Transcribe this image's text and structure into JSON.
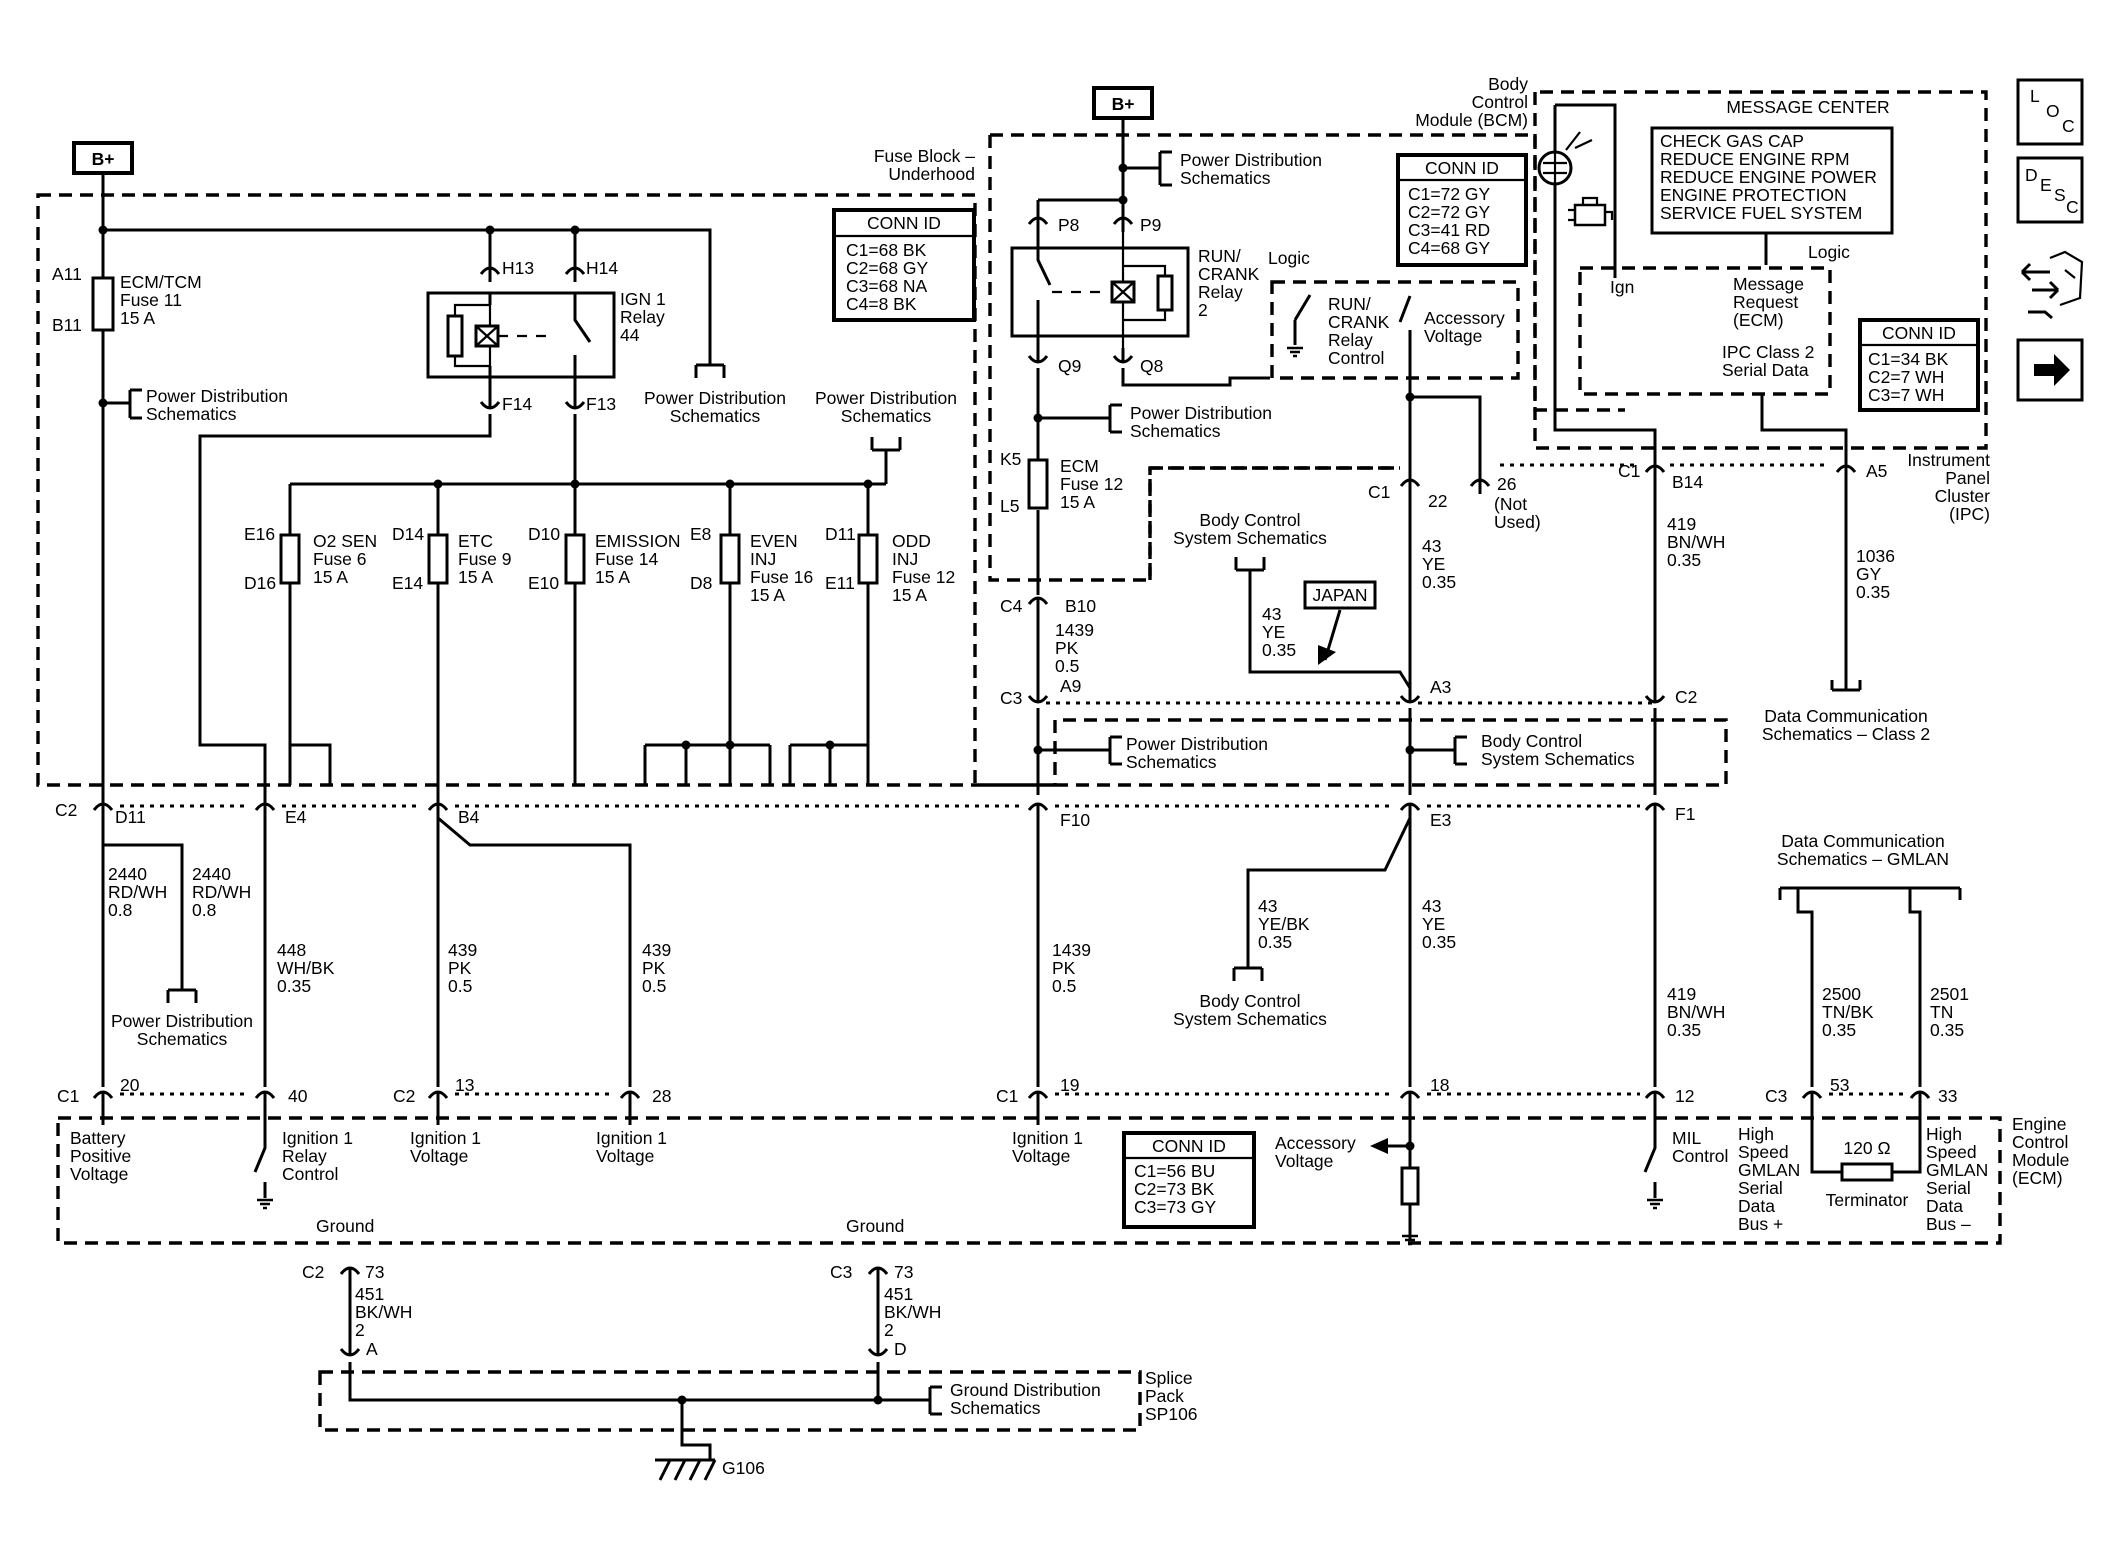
{
  "battery": {
    "left": "B+",
    "right": "B+"
  },
  "modules": {
    "fuse_block": [
      "Fuse Block –",
      "Underhood"
    ],
    "bcm": [
      "Body",
      "Control",
      "Module (BCM)"
    ],
    "ipc": [
      "Instrument",
      "Panel",
      "Cluster",
      "(IPC)"
    ],
    "ecm": [
      "Engine",
      "Control",
      "Module",
      "(ECM)"
    ],
    "splice": [
      "Splice",
      "Pack",
      "SP106"
    ]
  },
  "conn_ids": {
    "fuse_block": {
      "title": "CONN ID",
      "lines": [
        "C1=68 BK",
        "C2=68 GY",
        "C3=68 NA",
        "C4=8 BK"
      ]
    },
    "bcm": {
      "title": "CONN ID",
      "lines": [
        "C1=72 GY",
        "C2=72 GY",
        "C3=41 RD",
        "C4=68 GY"
      ]
    },
    "ipc": {
      "title": "CONN ID",
      "lines": [
        "C1=34 BK",
        "C2=7 WH",
        "C3=7 WH"
      ]
    },
    "ecm": {
      "title": "CONN ID",
      "lines": [
        "C1=56 BU",
        "C2=73 BK",
        "C3=73 GY"
      ]
    }
  },
  "message_center": {
    "title": "MESSAGE CENTER",
    "messages": [
      "CHECK GAS CAP",
      "REDUCE ENGINE RPM",
      "REDUCE ENGINE POWER",
      "ENGINE PROTECTION",
      "SERVICE FUEL SYSTEM"
    ],
    "logic": "Logic",
    "ign": "Ign",
    "request": [
      "Message",
      "Request",
      "(ECM)"
    ],
    "serial": [
      "IPC Class 2",
      "Serial Data"
    ]
  },
  "nav": {
    "loc": [
      "L",
      "O",
      "C"
    ],
    "desc": [
      "D",
      "E",
      "S",
      "C"
    ]
  },
  "fuses": {
    "ecm_tcm": [
      "ECM/TCM",
      "Fuse 11",
      "15 A"
    ],
    "o2": [
      "O2 SEN",
      "Fuse 6",
      "15 A"
    ],
    "etc": [
      "ETC",
      "Fuse 9",
      "15 A"
    ],
    "emission": [
      "EMISSION",
      "Fuse 14",
      "15 A"
    ],
    "even": [
      "EVEN",
      "INJ",
      "Fuse 16",
      "15 A"
    ],
    "odd": [
      "ODD",
      "INJ",
      "Fuse 12",
      "15 A"
    ],
    "ecm12": [
      "ECM",
      "Fuse 12",
      "15 A"
    ]
  },
  "relays": {
    "ign1": [
      "IGN 1",
      "Relay",
      "44"
    ],
    "run_crank": [
      "RUN/",
      "CRANK",
      "Relay",
      "2"
    ],
    "logic": "Logic",
    "run_crank_ctl": [
      "RUN/",
      "CRANK",
      "Relay",
      "Control"
    ],
    "acc_voltage": [
      "Accessory",
      "Voltage"
    ]
  },
  "refs": {
    "pds": [
      "Power Distribution",
      "Schematics"
    ],
    "bcs": [
      "Body Control",
      "System Schematics"
    ],
    "gds": [
      "Ground Distribution",
      "Schematics"
    ],
    "dcs_c2": [
      "Data Communication",
      "Schematics – Class 2"
    ],
    "dcs_gmlan": [
      "Data Communication",
      "Schematics – GMLAN"
    ],
    "japan": "JAPAN"
  },
  "pins": {
    "A11": "A11",
    "B11": "B11",
    "H13": "H13",
    "H14": "H14",
    "F14": "F14",
    "F13": "F13",
    "E16": "E16",
    "D16": "D16",
    "D14": "D14",
    "E14": "E14",
    "D10": "D10",
    "E10": "E10",
    "E8": "E8",
    "D8": "D8",
    "D11": "D11",
    "E11": "E11",
    "P8": "P8",
    "P9": "P9",
    "Q9": "Q9",
    "Q8": "Q8",
    "K5": "K5",
    "L5": "L5",
    "C4": "C4",
    "B10": "B10",
    "C3": "C3",
    "A9": "A9",
    "A3": "A3",
    "C2": "C2",
    "C1": "C1",
    "n22": "22",
    "n26": "26",
    "not_used": [
      "(Not",
      "Used)"
    ],
    "B14": "B14",
    "A5": "A5",
    "D11b": "D11",
    "E4": "E4",
    "B4": "B4",
    "F10": "F10",
    "E3": "E3",
    "F1": "F1",
    "n20": "20",
    "n40": "40",
    "n13": "13",
    "n28": "28",
    "n19": "19",
    "n18": "18",
    "n12": "12",
    "n53": "53",
    "n33": "33",
    "n73": "73",
    "A": "A",
    "D": "D"
  },
  "wires": {
    "w2440": [
      "2440",
      "RD/WH",
      "0.8"
    ],
    "w448": [
      "448",
      "WH/BK",
      "0.35"
    ],
    "w439": [
      "439",
      "PK",
      "0.5"
    ],
    "w1439": [
      "1439",
      "PK",
      "0.5"
    ],
    "w43": [
      "43",
      "YE",
      "0.35"
    ],
    "w43bk": [
      "43",
      "YE/BK",
      "0.35"
    ],
    "w419": [
      "419",
      "BN/WH",
      "0.35"
    ],
    "w1036": [
      "1036",
      "GY",
      "0.35"
    ],
    "w2500": [
      "2500",
      "TN/BK",
      "0.35"
    ],
    "w2501": [
      "2501",
      "TN",
      "0.35"
    ],
    "w451": [
      "451",
      "BK/WH",
      "2"
    ]
  },
  "ecm_labels": {
    "batt": [
      "Battery",
      "Positive",
      "Voltage"
    ],
    "ign_relay": [
      "Ignition 1",
      "Relay",
      "Control"
    ],
    "ign_volt": [
      "Ignition 1",
      "Voltage"
    ],
    "acc": [
      "Accessory",
      "Voltage"
    ],
    "mil": [
      "MIL",
      "Control"
    ],
    "hs_plus": [
      "High",
      "Speed",
      "GMLAN",
      "Serial",
      "Data",
      "Bus +"
    ],
    "hs_minus": [
      "High",
      "Speed",
      "GMLAN",
      "Serial",
      "Data",
      "Bus –"
    ],
    "terminator": "Terminator",
    "ohm": "120 Ω",
    "ground": "Ground",
    "g106": "G106"
  }
}
